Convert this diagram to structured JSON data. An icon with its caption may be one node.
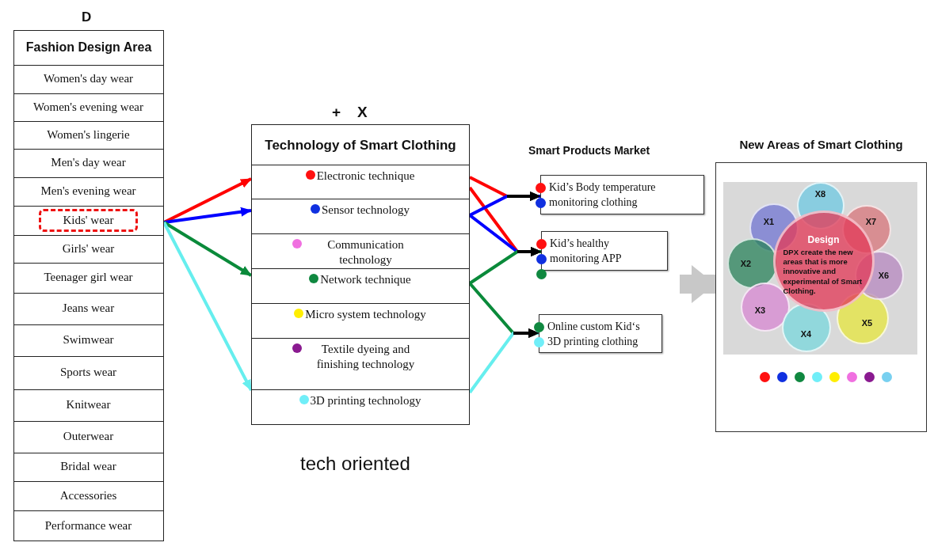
{
  "diagram": {
    "nodes": [
      {
        "text": [
          "Fashion Design Area"
        ]
      },
      {
        "text": [
          "Women's day wear"
        ],
        "in": 0
      },
      {
        "text": [
          "Women's evening wear"
        ],
        "in": 0
      },
      {
        "text": [
          "Women's lingerie"
        ],
        "in": 0
      },
      {
        "text": [
          "Men's day wear"
        ],
        "in": 0
      },
      {
        "text": [
          "Men's evening wear"
        ],
        "in": 0
      },
      {
        "text": [
          "Kids' wear"
        ],
        "in": 0
      },
      {
        "text": [
          "Girls' wear"
        ],
        "in": 0
      },
      {
        "text": [
          "Teenager girl wear"
        ],
        "in": 0
      },
      {
        "text": [
          "Jeans wear"
        ],
        "in": 0
      },
      {
        "text": [
          "Swimwear"
        ],
        "in": 0
      },
      {
        "text": [
          "Sports wear"
        ],
        "in": 0
      },
      {
        "text": [
          "Knitwear"
        ],
        "in": 0
      },
      {
        "text": [
          "Outerwear"
        ],
        "in": 0
      },
      {
        "text": [
          "Bridal wear"
        ],
        "in": 0
      },
      {
        "text": [
          "Accessories"
        ],
        "in": 0
      },
      {
        "text": [
          "Performance wear"
        ],
        "in": 0
      },
      {
        "text": [
          "Technology of Smart Clothing"
        ]
      },
      {
        "text": [
          "Electronic technique"
        ],
        "in": 17
      },
      {
        "text": [
          "Sensor technology"
        ],
        "in": 17
      },
      {
        "text": [
          "Communication technology"
        ],
        "in": 17
      },
      {
        "text": [
          "Network technique"
        ],
        "in": 17
      },
      {
        "text": [
          "Micro system technology"
        ],
        "in": 17
      },
      {
        "text": [
          "Textile dyeing and finishing technology"
        ],
        "in": 17
      },
      {
        "text": [
          "3D printing technology"
        ],
        "in": 17
      },
      {
        "text": [
          "Kid’s Body temperature monitoring clothing"
        ]
      },
      {
        "text": [
          "Kid’s healthy monitoring APP"
        ]
      },
      {
        "text": [
          "Online custom Kid‘s 3D printing clothing"
        ]
      },
      {
        "text": [
          "New Areas of Smart Clothing"
        ]
      },
      {
        "text": [
          "X1"
        ],
        "in": 28
      },
      {
        "text": [
          "X2"
        ],
        "in": 28
      },
      {
        "text": [
          "X3"
        ],
        "in": 28
      },
      {
        "text": [
          "X4"
        ],
        "in": 28
      },
      {
        "text": [
          "X5"
        ],
        "in": 28
      },
      {
        "text": [
          "X6"
        ],
        "in": 28
      },
      {
        "text": [
          "X7"
        ],
        "in": 28
      },
      {
        "text": [
          "X8"
        ],
        "in": 28
      },
      {
        "text": [
          "Design",
          "DPX create the new areas that is  more innovative and experimental of Smart Clothing."
        ],
        "in": 28
      }
    ],
    "edges": [
      {
        "from": 6,
        "to": 18,
        "arrow": "to",
        "color": "#ff0000"
      },
      {
        "from": 6,
        "to": 19,
        "arrow": "to",
        "color": "#0000ff"
      },
      {
        "from": 6,
        "to": 21,
        "arrow": "to",
        "color": "#0a8a3a"
      },
      {
        "from": 6,
        "to": 24,
        "arrow": "to",
        "color": "#66eeee"
      },
      {
        "from": 18,
        "to": 25,
        "arrow": "to",
        "color": "#ff0000"
      },
      {
        "from": 18,
        "to": 26,
        "arrow": "to",
        "color": "#ff0000"
      },
      {
        "from": 19,
        "to": 25,
        "arrow": "to",
        "color": "#0000ff"
      },
      {
        "from": 19,
        "to": 26,
        "arrow": "to",
        "color": "#0000ff"
      },
      {
        "from": 21,
        "to": 26,
        "arrow": "to",
        "color": "#0a8a3a"
      },
      {
        "from": 21,
        "to": 27,
        "arrow": "to",
        "color": "#0a8a3a"
      },
      {
        "from": 24,
        "to": 27,
        "arrow": "to",
        "color": "#66eeee"
      },
      {
        "from": null,
        "to": 28,
        "arrow": "to",
        "style": "thick",
        "color": "#c8c8c8"
      }
    ],
    "labels": [
      "D",
      "+",
      "X",
      "Smart Products Market",
      "tech oriented"
    ]
  }
}
